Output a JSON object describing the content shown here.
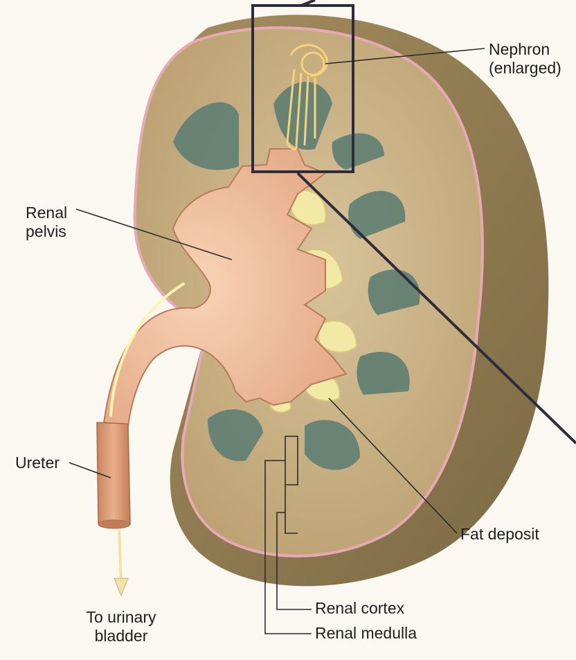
{
  "labels": {
    "nephron_line1": "Nephron",
    "nephron_line2": "(enlarged)",
    "renal_pelvis_line1": "Renal",
    "renal_pelvis_line2": "pelvis",
    "ureter": "Ureter",
    "to_bladder_line1": "To urinary",
    "to_bladder_line2": "bladder",
    "fat_deposit": "Fat deposit",
    "renal_cortex": "Renal cortex",
    "renal_medulla": "Renal medulla"
  },
  "colors": {
    "background": "#fbf8f2",
    "capsule_shadow": "#8e7a50",
    "cortex": "#c9b383",
    "capsule_membrane": "#e7a9b4",
    "medulla_pyramids": "#5e7e72",
    "pelvis": "#f2c3a3",
    "fat": "#f3e9a6",
    "nephron": "#f6d27a",
    "ureter": "#dd9c77",
    "frame": "#2c2c3a"
  },
  "icons": [
    "kidney-cross-section",
    "nephron-drawing",
    "downward-arrow"
  ]
}
